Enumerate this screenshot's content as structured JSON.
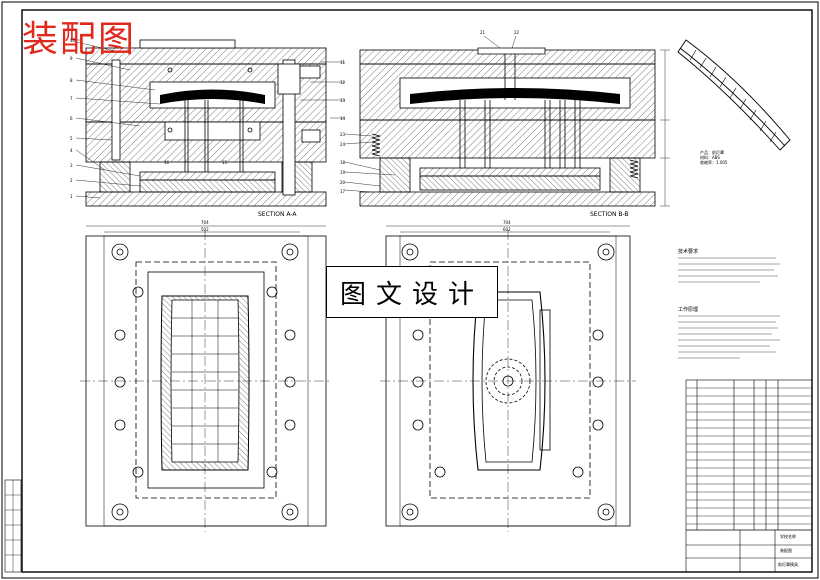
{
  "title": "装配图",
  "overlay_text": "图文设计",
  "sections": {
    "left_label": "SECTION A-A",
    "right_label": "SECTION B-B"
  },
  "left_callouts": [
    "10",
    "9",
    "8",
    "7",
    "6",
    "5",
    "4",
    "3",
    "2",
    "1",
    "16",
    "15"
  ],
  "right_callouts": [
    "21",
    "22",
    "11",
    "12",
    "13",
    "14",
    "23",
    "24",
    "18",
    "19",
    "20",
    "17"
  ],
  "plan_dims": {
    "left_top": "704",
    "left_inner": "502",
    "right_top": "704",
    "right_inner": "602"
  },
  "notes_title": "技术要求",
  "notes_title2": "工作原理",
  "product_text": "产品：前灯罩\n材料：ABS\n收缩率：1.005",
  "title_block": {
    "school": "学校名称",
    "drawing": "装配图",
    "part": "前灯罩模具"
  },
  "colors": {
    "line": "#000000",
    "title_red": "#e0281c"
  }
}
